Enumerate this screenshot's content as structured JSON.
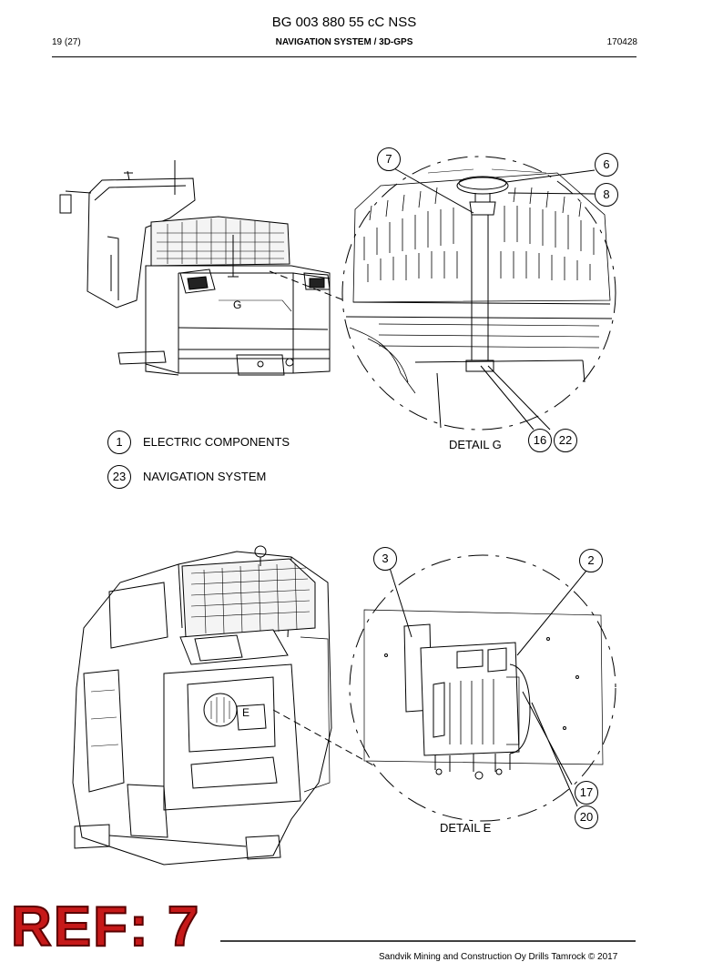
{
  "header": {
    "doc_number": "BG 003 880 55 cC NSS",
    "page": "19 (27)",
    "section": "NAVIGATION SYSTEM / 3D-GPS",
    "date_code": "170428"
  },
  "upper_figure": {
    "detail_label": "DETAIL G",
    "view_marker": "G",
    "callouts": [
      "7",
      "6",
      "8",
      "16",
      "22"
    ]
  },
  "legend": [
    {
      "number": "1",
      "text": "ELECTRIC COMPONENTS"
    },
    {
      "number": "23",
      "text": "NAVIGATION SYSTEM"
    }
  ],
  "lower_figure": {
    "detail_label": "DETAIL E",
    "view_marker": "E",
    "callouts": [
      "3",
      "2",
      "17",
      "20"
    ]
  },
  "overlay": {
    "ref_stamp": "REF: 7"
  },
  "footer": {
    "copyright": "Sandvik Mining and Construction Oy Drills Tamrock © 2017"
  }
}
